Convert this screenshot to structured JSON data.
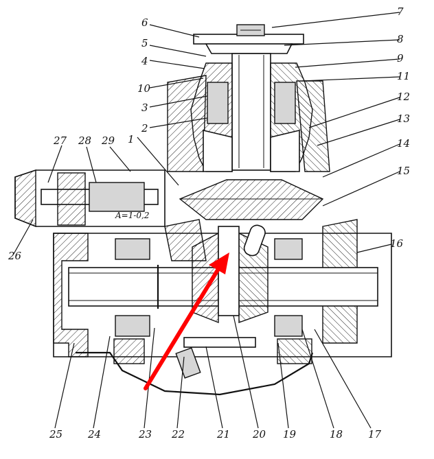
{
  "labels": [
    "1",
    "2",
    "3",
    "4",
    "5",
    "6",
    "7",
    "8",
    "9",
    "10",
    "11",
    "12",
    "13",
    "14",
    "15",
    "16",
    "17",
    "18",
    "19",
    "20",
    "21",
    "22",
    "23",
    "24",
    "25",
    "26",
    "27",
    "28",
    "29"
  ],
  "annotation": "A=1-0,2",
  "arrow_color": "#ff0000"
}
